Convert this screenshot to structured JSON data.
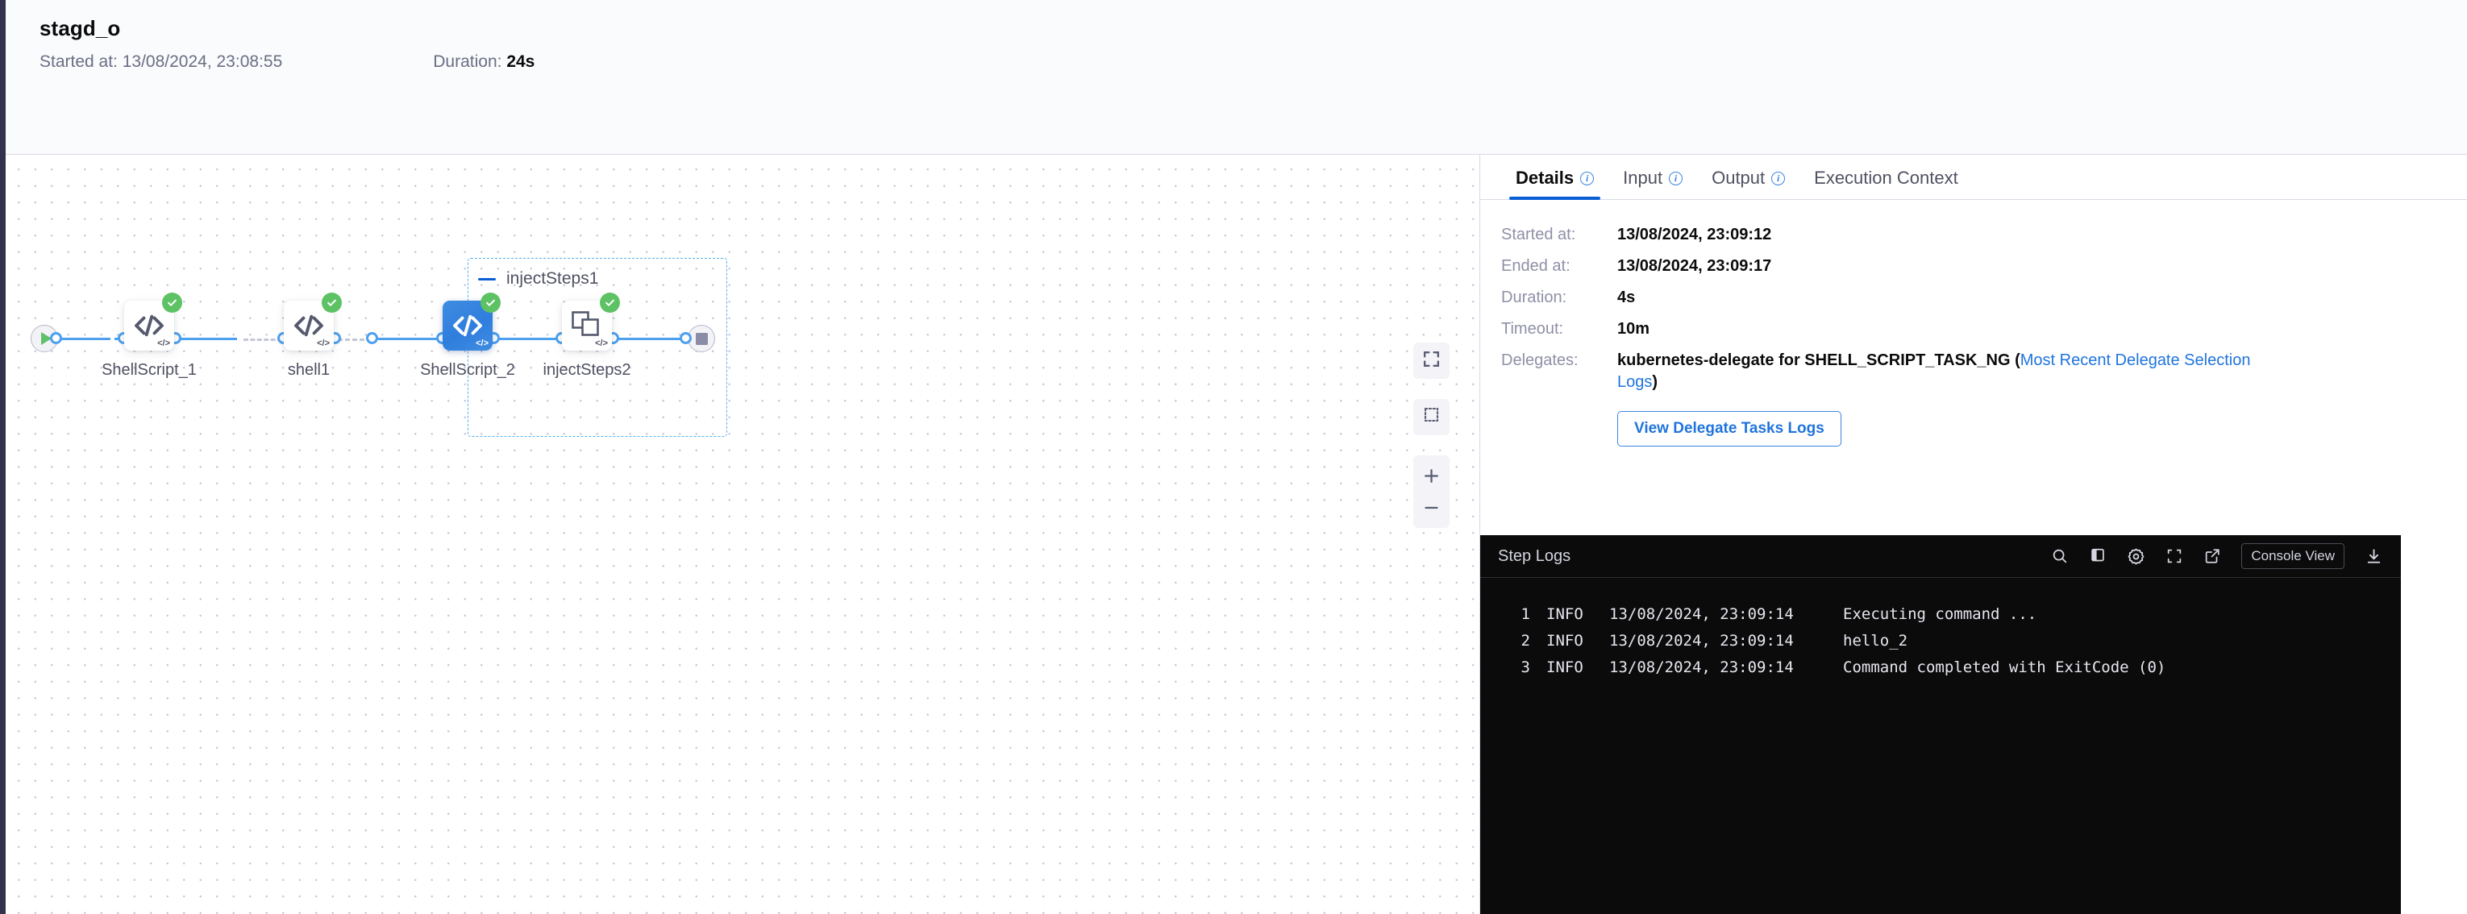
{
  "header": {
    "title": "stagd_o",
    "started_label": "Started at:",
    "started_value": "13/08/2024, 23:08:55",
    "duration_label": "Duration:",
    "duration_value": "24s"
  },
  "canvas": {
    "group": {
      "label": "injectSteps1",
      "collapse_icon": "minus-icon"
    },
    "nodes": [
      {
        "id": "start",
        "type": "start",
        "icon": "play-icon",
        "label": ""
      },
      {
        "id": "shellscript1",
        "type": "step",
        "icon": "code-brackets-icon",
        "label": "ShellScript_1",
        "status": "success",
        "selected": false
      },
      {
        "id": "shell1",
        "type": "step",
        "icon": "code-brackets-icon",
        "label": "shell1",
        "status": "success",
        "selected": false
      },
      {
        "id": "shellscript2",
        "type": "step",
        "icon": "code-brackets-icon",
        "label": "ShellScript_2",
        "status": "success",
        "selected": true
      },
      {
        "id": "injectsteps2",
        "type": "step",
        "icon": "stacked-squares-icon",
        "label": "injectSteps2",
        "status": "success",
        "selected": false
      },
      {
        "id": "end",
        "type": "end",
        "icon": "stop-icon",
        "label": ""
      }
    ],
    "controls": [
      {
        "name": "fit-to-screen",
        "icon": "fit-screen-icon"
      },
      {
        "name": "selection-box",
        "icon": "dashed-square-icon"
      },
      {
        "name": "zoom-in",
        "icon": "plus-icon"
      },
      {
        "name": "zoom-out",
        "icon": "minus-icon"
      }
    ],
    "colors": {
      "edge": "#4ca0ef",
      "group_border": "#59b0f0",
      "status_success": "#5dc264",
      "node_selected": "#2f7ede"
    }
  },
  "right_panel": {
    "tabs": [
      {
        "label": "Details",
        "info": true,
        "active": true
      },
      {
        "label": "Input",
        "info": true,
        "active": false
      },
      {
        "label": "Output",
        "info": true,
        "active": false
      },
      {
        "label": "Execution Context",
        "info": false,
        "active": false
      }
    ],
    "details": {
      "started_label": "Started at:",
      "started_value": "13/08/2024, 23:09:12",
      "ended_label": "Ended at:",
      "ended_value": "13/08/2024, 23:09:17",
      "duration_label": "Duration:",
      "duration_value": "4s",
      "timeout_label": "Timeout:",
      "timeout_value": "10m",
      "delegates_label": "Delegates:",
      "delegates_prefix": "kubernetes-delegate for SHELL_SCRIPT_TASK_NG (",
      "delegates_link": "Most Recent Delegate Selection Logs",
      "delegates_suffix": ")",
      "view_logs_button": "View Delegate Tasks Logs"
    }
  },
  "logs": {
    "title": "Step Logs",
    "actions": [
      {
        "name": "search-icon"
      },
      {
        "name": "copy-icon"
      },
      {
        "name": "gear-icon"
      },
      {
        "name": "expand-icon"
      },
      {
        "name": "external-link-icon"
      }
    ],
    "console_view_label": "Console View",
    "download_icon": "download-icon",
    "lines": [
      {
        "no": "1",
        "level": "INFO",
        "timestamp": "13/08/2024, 23:09:14",
        "message": "Executing command ..."
      },
      {
        "no": "2",
        "level": "INFO",
        "timestamp": "13/08/2024, 23:09:14",
        "message": "hello_2"
      },
      {
        "no": "3",
        "level": "INFO",
        "timestamp": "13/08/2024, 23:09:14",
        "message": "Command completed with ExitCode (0)"
      }
    ]
  }
}
